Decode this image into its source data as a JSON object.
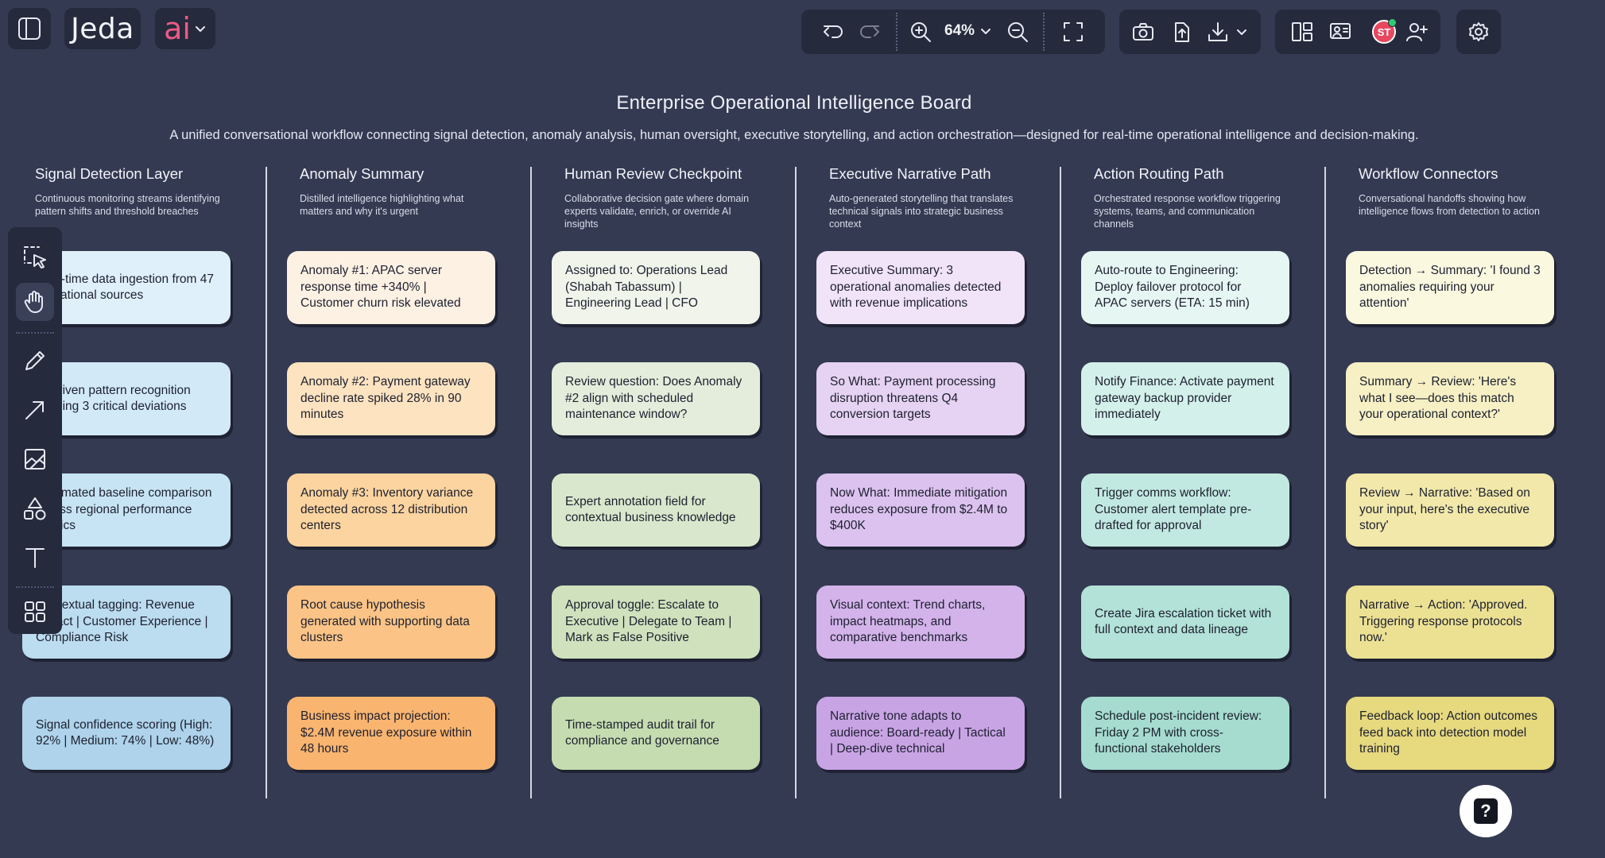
{
  "app": {
    "brand_name": "Jeda",
    "brand_accent": "ai",
    "ai_menu_label": "ai"
  },
  "toolbar": {
    "zoom_level": "64%",
    "user_initials": "ST",
    "icons": [
      "sidebar-toggle-icon",
      "undo-icon",
      "redo-icon",
      "zoom-in-icon",
      "chevron-down-icon",
      "zoom-out-icon",
      "fit-screen-icon",
      "camera-icon",
      "export-icon",
      "download-icon",
      "layout-icon",
      "present-icon",
      "add-user-icon",
      "settings-icon"
    ]
  },
  "board": {
    "title": "Enterprise Operational Intelligence Board",
    "subtitle": "A unified conversational workflow connecting signal detection, anomaly analysis, human oversight, executive storytelling, and action orchestration—designed for real-time operational intelligence and decision-making."
  },
  "columns": [
    {
      "title": "Signal Detection Layer",
      "description": "Continuous monitoring streams identifying pattern shifts and threshold breaches",
      "cards": [
        {
          "text": "Real-time data ingestion from 47 operational sources",
          "color": "#dff0fb"
        },
        {
          "text": "AI-driven pattern recognition flagging 3 critical deviations",
          "color": "#d2eaf8"
        },
        {
          "text": "Automated baseline comparison across regional performance metrics",
          "color": "#c7e4f4"
        },
        {
          "text": "Contextual tagging: Revenue Impact | Customer Experience | Compliance Risk",
          "color": "#bcdcef"
        },
        {
          "text": "Signal confidence scoring (High: 92% | Medium: 74% | Low: 48%)",
          "color": "#aed3ea"
        }
      ]
    },
    {
      "title": "Anomaly Summary",
      "description": "Distilled intelligence highlighting what matters and why it's urgent",
      "cards": [
        {
          "text": "Anomaly #1: APAC server response time +340% | Customer churn risk elevated",
          "color": "#fdf1e3"
        },
        {
          "text": "Anomaly #2: Payment gateway decline rate spiked 28% in 90 minutes",
          "color": "#fde3c0"
        },
        {
          "text": "Anomaly #3: Inventory variance detected across 12 distribution centers",
          "color": "#fcd49f"
        },
        {
          "text": "Root cause hypothesis generated with supporting data clusters",
          "color": "#fbc486"
        },
        {
          "text": "Business impact projection: $2.4M revenue exposure within 48 hours",
          "color": "#f9b46f"
        }
      ]
    },
    {
      "title": "Human Review Checkpoint",
      "description": "Collaborative decision gate where domain experts validate, enrich, or override AI insights",
      "cards": [
        {
          "text": "Assigned to: Operations Lead (Shabah Tabassum) | Engineering Lead | CFO",
          "color": "#f0f4ea"
        },
        {
          "text": "Review question: Does Anomaly #2 align with scheduled maintenance window?",
          "color": "#e4eddb"
        },
        {
          "text": "Expert annotation field for contextual business knowledge",
          "color": "#d9e8cc"
        },
        {
          "text": "Approval toggle: Escalate to Executive | Delegate to Team | Mark as False Positive",
          "color": "#cfe2bd"
        },
        {
          "text": "Time-stamped audit trail for compliance and governance",
          "color": "#c5dcb0"
        }
      ]
    },
    {
      "title": "Executive Narrative Path",
      "description": "Auto-generated storytelling that translates technical signals into strategic business context",
      "cards": [
        {
          "text": "Executive Summary: 3 operational anomalies detected with revenue implications",
          "color": "#f1e4f8"
        },
        {
          "text": "So What: Payment processing disruption threatens Q4 conversion targets",
          "color": "#e6d2f2"
        },
        {
          "text": "Now What: Immediate mitigation reduces exposure from $2.4M to $400K",
          "color": "#dcc2ee"
        },
        {
          "text": "Visual context: Trend charts, impact heatmaps, and comparative benchmarks",
          "color": "#d3b3ea"
        },
        {
          "text": "Narrative tone adapts to audience: Board-ready | Tactical | Deep-dive technical",
          "color": "#c9a4e5"
        }
      ]
    },
    {
      "title": "Action Routing Path",
      "description": "Orchestrated response workflow triggering systems, teams, and communication channels",
      "cards": [
        {
          "text": "Auto-route to Engineering: Deploy failover protocol for APAC servers (ETA: 15 min)",
          "color": "#e6f6f3"
        },
        {
          "text": "Notify Finance: Activate payment gateway backup provider immediately",
          "color": "#d3f0ea"
        },
        {
          "text": "Trigger comms workflow: Customer alert template pre-drafted for approval",
          "color": "#c2e9e1"
        },
        {
          "text": "Create Jira escalation ticket with full context and data lineage",
          "color": "#b3e2d8"
        },
        {
          "text": "Schedule post-incident review: Friday 2 PM with cross-functional stakeholders",
          "color": "#a5dccf"
        }
      ]
    },
    {
      "title": "Workflow Connectors",
      "description": "Conversational handoffs showing how intelligence flows from detection to action",
      "cards": [
        {
          "text": "Detection → Summary: 'I found 3 anomalies requiring your attention'",
          "color": "#fbf8e0"
        },
        {
          "text": "Summary → Review: 'Here's what I see—does this match your operational context?'",
          "color": "#f6f0c4"
        },
        {
          "text": "Review → Narrative: 'Based on your input, here's the executive story'",
          "color": "#f1e8aa"
        },
        {
          "text": "Narrative → Action: 'Approved. Triggering response protocols now.'",
          "color": "#ece193"
        },
        {
          "text": "Feedback loop: Action outcomes feed back into detection model training",
          "color": "#e6d97e"
        }
      ]
    }
  ],
  "tools": [
    "select-icon",
    "hand-icon",
    "pencil-icon",
    "arrow-icon",
    "image-icon",
    "shapes-icon",
    "text-icon",
    "grid-apps-icon"
  ],
  "help": {
    "label": "?"
  }
}
